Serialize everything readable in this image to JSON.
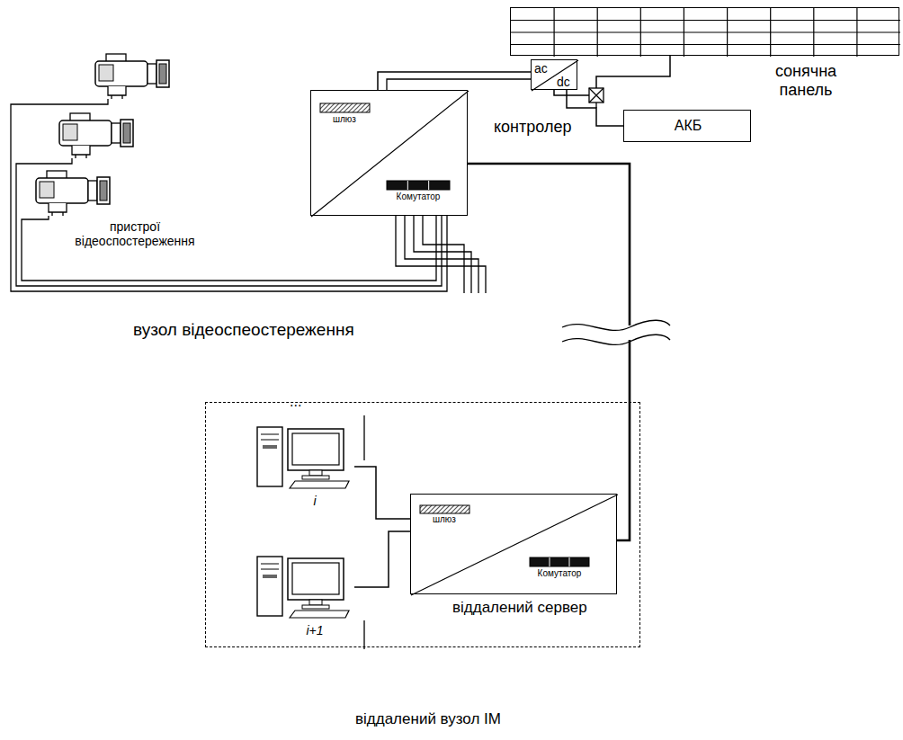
{
  "diagram": {
    "nodes": [
      {
        "text": [
          "сонячна панель"
        ]
      },
      {
        "text": [
          "ac",
          "dc",
          "контролер"
        ]
      },
      {
        "text": [
          "АКБ"
        ]
      },
      {
        "text": [
          "шлюз",
          "Комутатор"
        ]
      },
      {
        "text": [
          "віддалений вузол ІМ"
        ]
      },
      {
        "text": [
          "i"
        ],
        "in": 4
      },
      {
        "text": [
          "шлюз",
          "Комутатор"
        ],
        "in": 4
      },
      {
        "text": [
          "i+1"
        ],
        "in": 4
      }
    ],
    "edges": [
      {
        "from": 0,
        "to": 1,
        "arrow": "none"
      },
      {
        "from": 1,
        "to": 2,
        "arrow": "none"
      },
      {
        "from": 1,
        "to": 3,
        "arrow": "none"
      },
      {
        "from": 3,
        "to": 6,
        "arrow": "none"
      },
      {
        "from": 5,
        "to": 6,
        "arrow": "none"
      },
      {
        "from": 7,
        "to": 6,
        "arrow": "none"
      }
    ],
    "labels": [
      "пристрої відеоспостереження",
      "вузол відеоспеостереження",
      "...",
      "віддалений сервер"
    ]
  }
}
